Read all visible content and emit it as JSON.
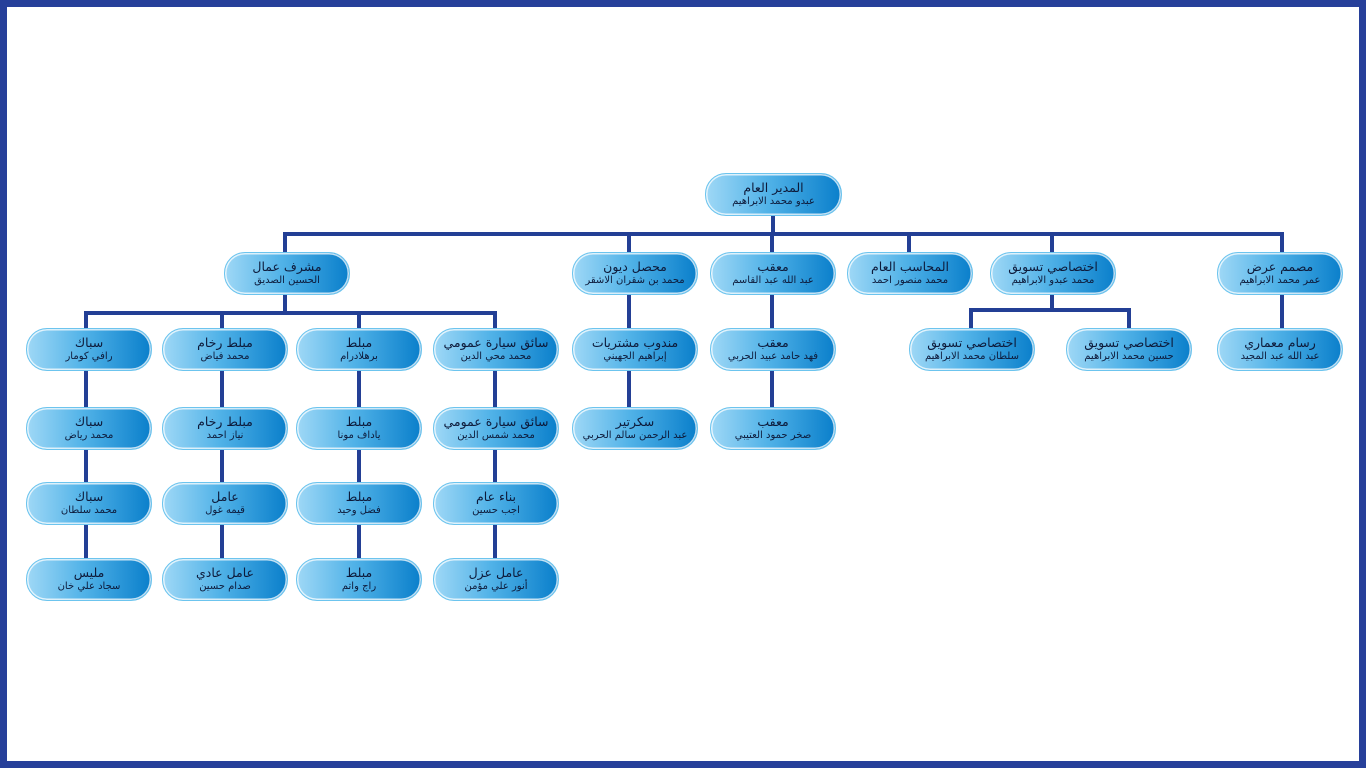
{
  "nodes": [
    {
      "title": "المدير العام",
      "name": "عبدو محمد الابراهيم"
    },
    {
      "title": "مصمم عرض",
      "name": "عمر محمد الابراهيم"
    },
    {
      "title": "اختصاصي تسويق",
      "name": "محمد عبدو الابراهيم"
    },
    {
      "title": "المحاسب العام",
      "name": "محمد منصور احمد"
    },
    {
      "title": "معقب",
      "name": "عبد الله عبد القاسم"
    },
    {
      "title": "محصل ديون",
      "name": "محمد بن شقران الاشقر"
    },
    {
      "title": "مشرف عمال",
      "name": "الحسين الصديق"
    },
    {
      "title": "رسام معماري",
      "name": "عبد الله عبد المجيد"
    },
    {
      "title": "اختصاصي تسويق",
      "name": "حسين محمد الابراهيم"
    },
    {
      "title": "اختصاصي تسويق",
      "name": "سلطان محمد الابراهيم"
    },
    {
      "title": "معقب",
      "name": "فهد حامد عبيد الحربي"
    },
    {
      "title": "مندوب مشتريات",
      "name": "إبراهيم الجهيني"
    },
    {
      "title": "سائق سيارة عمومي",
      "name": "محمد محي الدين"
    },
    {
      "title": "مبلط",
      "name": "برهلادرام"
    },
    {
      "title": "مبلط رخام",
      "name": "محمد فياض"
    },
    {
      "title": "سباك",
      "name": "رافي كومار"
    },
    {
      "title": "معقب",
      "name": "صخر حمود العتيبي"
    },
    {
      "title": "سكرتير",
      "name": "عبد الرحمن سالم الحربي"
    },
    {
      "title": "سائق سيارة عمومي",
      "name": "محمد شمس الدين"
    },
    {
      "title": "مبلط",
      "name": "ياداف مونا"
    },
    {
      "title": "مبلط رخام",
      "name": "نياز احمد"
    },
    {
      "title": "سباك",
      "name": "محمد رياض"
    },
    {
      "title": "بناء عام",
      "name": "اجب حسين"
    },
    {
      "title": "مبلط",
      "name": "فضل وحيد"
    },
    {
      "title": "عامل",
      "name": "قيمه غول"
    },
    {
      "title": "سباك",
      "name": "محمد سلطان"
    },
    {
      "title": "عامل عزل",
      "name": "أنور علي مؤمن"
    },
    {
      "title": "مبلط",
      "name": "راج واتم"
    },
    {
      "title": "عامل عادي",
      "name": "صدام حسين"
    },
    {
      "title": "مليس",
      "name": "سجاد علي خان"
    }
  ],
  "colors": {
    "line": "#233f95",
    "frame": "#27409a",
    "node_light": "#9fd8f6",
    "node_dark": "#0a7fcb"
  }
}
